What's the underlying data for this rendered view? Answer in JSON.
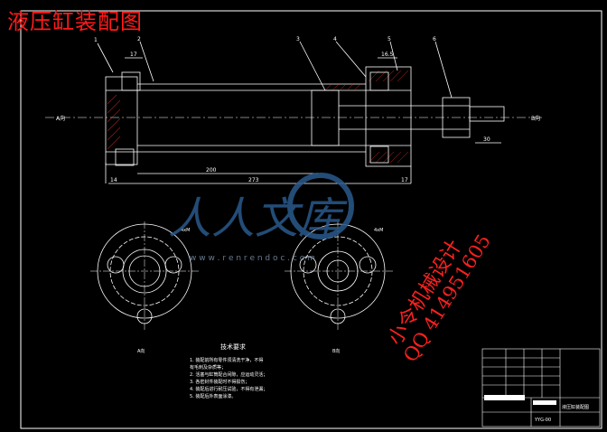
{
  "title": "液压缸装配图",
  "watermark": {
    "brand": "人人文库",
    "url": "w w w . r e n r e n d o c . c o m",
    "designer": "小令机械设计",
    "qq": "QQ 414951605"
  },
  "balloons": [
    "1",
    "2",
    "3",
    "4",
    "5",
    "6"
  ],
  "dimensions": {
    "d17": "17",
    "d16_5": "16.5",
    "d30": "30",
    "d200": "200",
    "d273": "273",
    "d14": "14",
    "d17b": "17"
  },
  "section_labels": {
    "left": "A向",
    "right": "B向"
  },
  "view_labels": {
    "left_view": "A向",
    "right_view": "B向",
    "hole_left": "4xM",
    "hole_right": "4xM"
  },
  "tech_requirements": {
    "heading": "技术要求",
    "items": [
      "1. 装配前所有零件须清洗干净，不得",
      "   有毛刺及杂质等；",
      "2. 活塞与缸筒配合间隙，应运动灵活；",
      "3. 各密封件装配时不得损伤；",
      "4. 装配后进行耐压试验，不得有泄漏；",
      "5. 装配后外表面涂漆。"
    ]
  },
  "title_block": {
    "name": "液压缸装配图",
    "drawing_no": "YYG-00"
  },
  "colors": {
    "line": "#ffffff",
    "accent_red": "#ff2020",
    "watermark_blue": "#2a5a8c"
  }
}
